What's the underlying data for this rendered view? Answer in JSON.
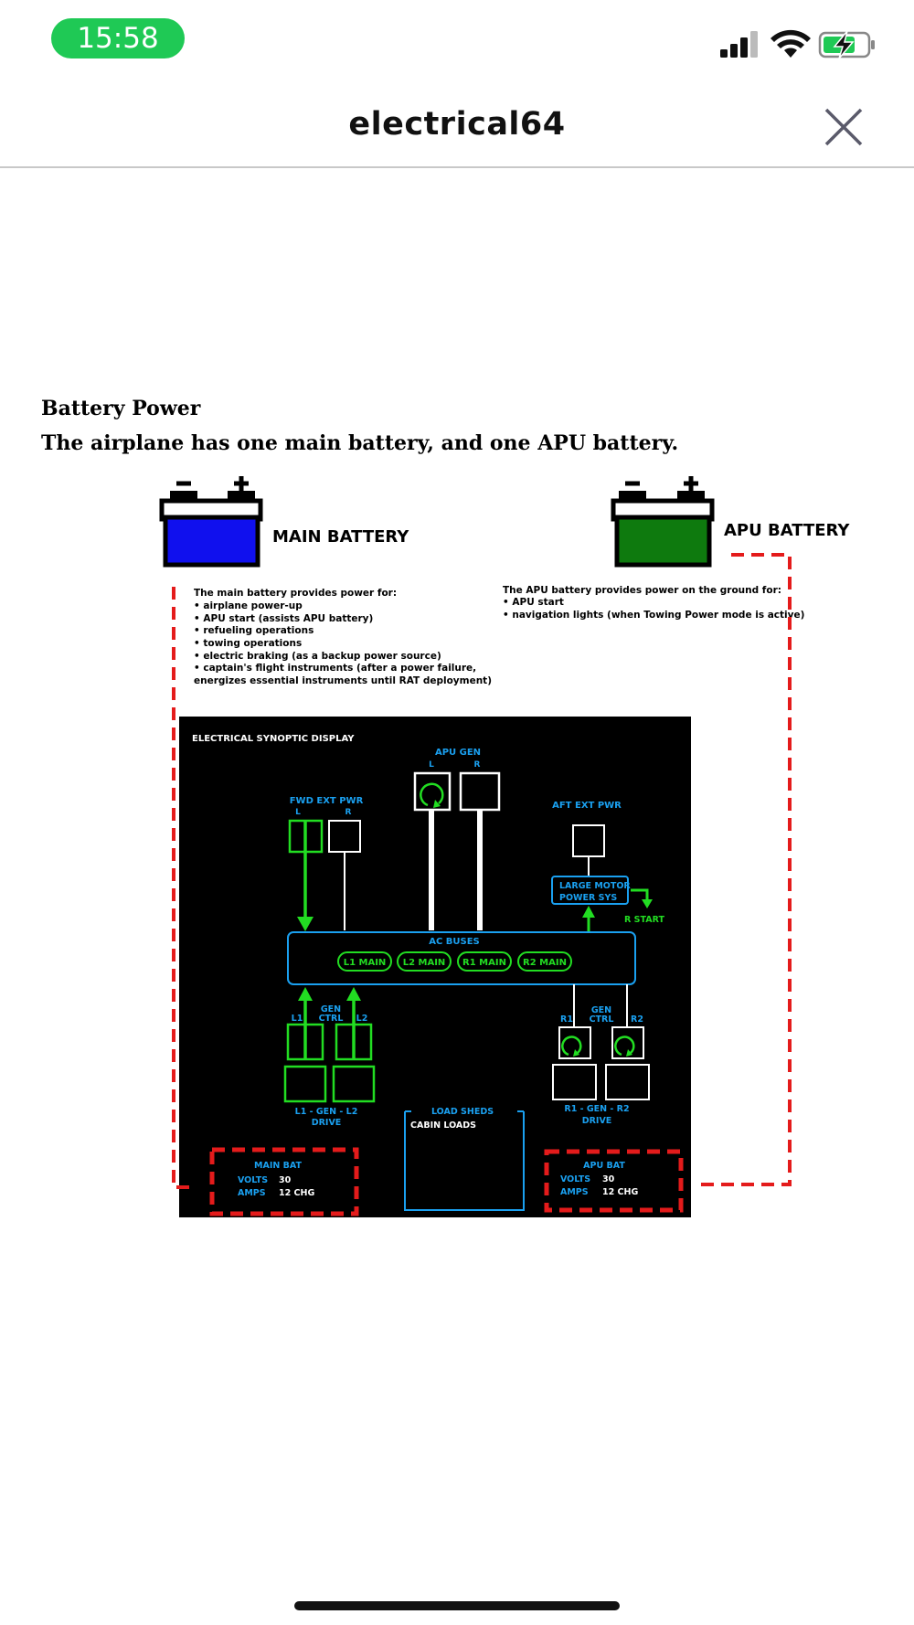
{
  "status_bar": {
    "time": "15:58"
  },
  "nav": {
    "title": "electrical64"
  },
  "content": {
    "heading": "Battery Power",
    "subheading": "The airplane has one main battery, and one APU battery."
  },
  "diagram": {
    "main_battery": {
      "label": "MAIN BATTERY",
      "desc_title": "The main battery provides power for:",
      "desc_items": [
        "• airplane power-up",
        "• APU start (assists APU battery)",
        "• refueling operations",
        "• towing operations",
        "• electric braking (as a backup power source)",
        "• captain's flight instruments (after a power failure,",
        "energizes essential instruments until RAT deployment)"
      ]
    },
    "apu_battery": {
      "label": "APU BATTERY",
      "desc_title": "The APU battery provides power on the ground for:",
      "desc_items": [
        "• APU start",
        "• navigation lights (when Towing Power mode is active)"
      ]
    },
    "synoptic": {
      "title": "ELECTRICAL SYNOPTIC DISPLAY",
      "apu_gen": "APU GEN",
      "apu_l": "L",
      "apu_r": "R",
      "fwd_ext_pwr": "FWD EXT PWR",
      "fwd_l": "L",
      "fwd_r": "R",
      "aft_ext_pwr": "AFT EXT PWR",
      "large_motor_1": "LARGE MOTOR",
      "large_motor_2": "POWER SYS",
      "r_start": "R START",
      "ac_buses": "AC BUSES",
      "buses": [
        "L1 MAIN",
        "L2 MAIN",
        "R1 MAIN",
        "R2 MAIN"
      ],
      "gen_ctrl_left_1": "GEN",
      "gen_ctrl_left_2": "CTRL",
      "gen_ctrl_right_1": "GEN",
      "gen_ctrl_right_2": "CTRL",
      "l1": "L1",
      "l2": "L2",
      "r1": "R1",
      "r2": "R2",
      "left_drive_1": "L1  - GEN  - L2",
      "left_drive_2": "DRIVE",
      "right_drive_1": "R1  - GEN  - R2",
      "right_drive_2": "DRIVE",
      "load_sheds": "LOAD SHEDS",
      "cabin_loads": "CABIN LOADS",
      "main_bat": {
        "title": "MAIN BAT",
        "volts_label": "VOLTS",
        "volts": "30",
        "amps_label": "AMPS",
        "amps": "12 CHG"
      },
      "apu_bat": {
        "title": "APU BAT",
        "volts_label": "VOLTS",
        "volts": "30",
        "amps_label": "AMPS",
        "amps": "12 CHG"
      }
    }
  },
  "colors": {
    "green": "#22dd22",
    "cyan": "#1aa0f0",
    "red": "#e41b1b",
    "main_battery_fill": "#1010ee",
    "apu_battery_fill": "#0e7a0e",
    "status_green": "#1fc955"
  }
}
